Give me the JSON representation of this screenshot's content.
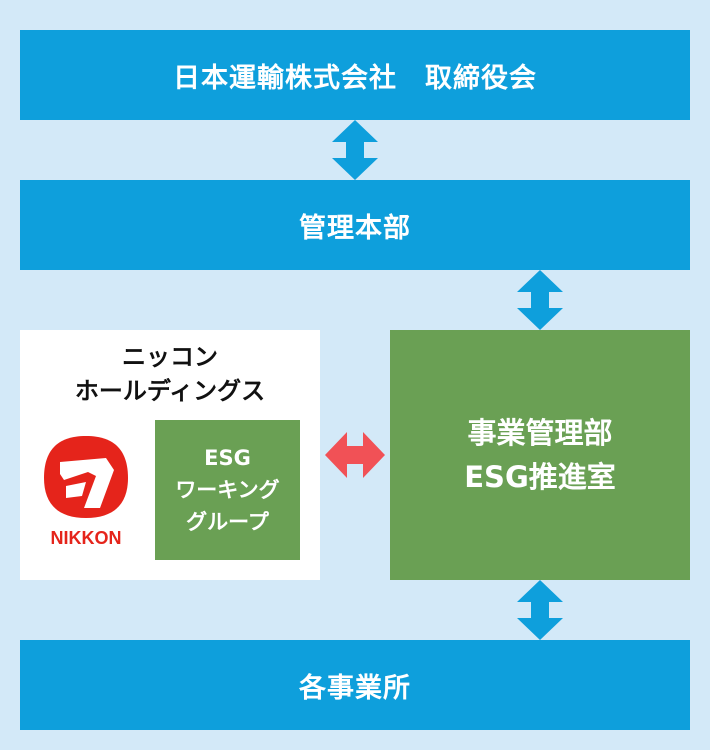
{
  "board": {
    "label": "日本運輸株式会社　取締役会"
  },
  "management": {
    "label": "管理本部"
  },
  "esg_office": {
    "line1": "事業管理部",
    "line2": "ESG推進室"
  },
  "holdings": {
    "line1": "ニッコン",
    "line2": "ホールディングス",
    "logo_text": "NIKKON",
    "working_group": {
      "line1": "ESG",
      "line2": "ワーキング",
      "line3": "グループ"
    }
  },
  "sites": {
    "label": "各事業所"
  },
  "colors": {
    "background": "#d3e9f8",
    "blue": "#0e9fdc",
    "green": "#6aa054",
    "red_arrow": "#f15156",
    "logo_red": "#e5241b"
  }
}
